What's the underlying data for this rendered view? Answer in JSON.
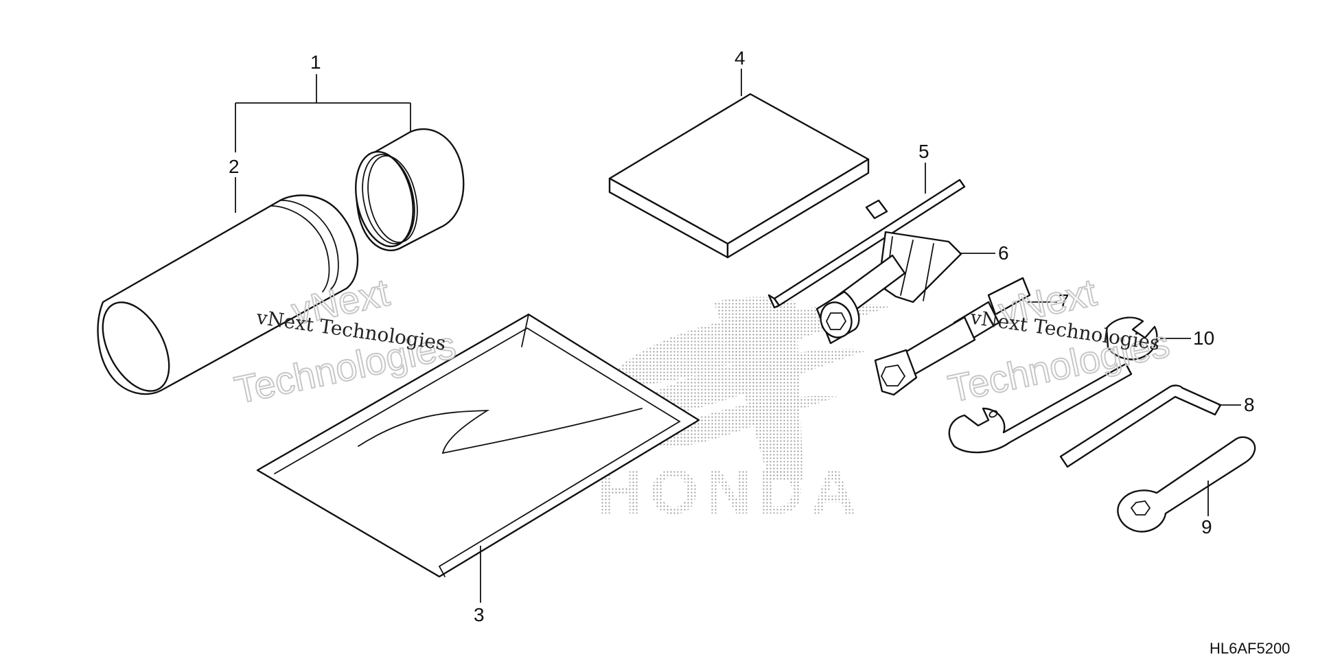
{
  "diagram_code": "HL6AF5200",
  "brand_watermark": "HONDA",
  "watermarks": [
    {
      "line1": "vNext",
      "line2": "Technologies",
      "small": "vNext Technologies"
    },
    {
      "line1": "vNext",
      "line2": "Technologies",
      "small": "vNext Technologies"
    }
  ],
  "callouts": [
    {
      "number": "1"
    },
    {
      "number": "2"
    },
    {
      "number": "3"
    },
    {
      "number": "4"
    },
    {
      "number": "5"
    },
    {
      "number": "6"
    },
    {
      "number": "7"
    },
    {
      "number": "8"
    },
    {
      "number": "9"
    },
    {
      "number": "10"
    }
  ]
}
